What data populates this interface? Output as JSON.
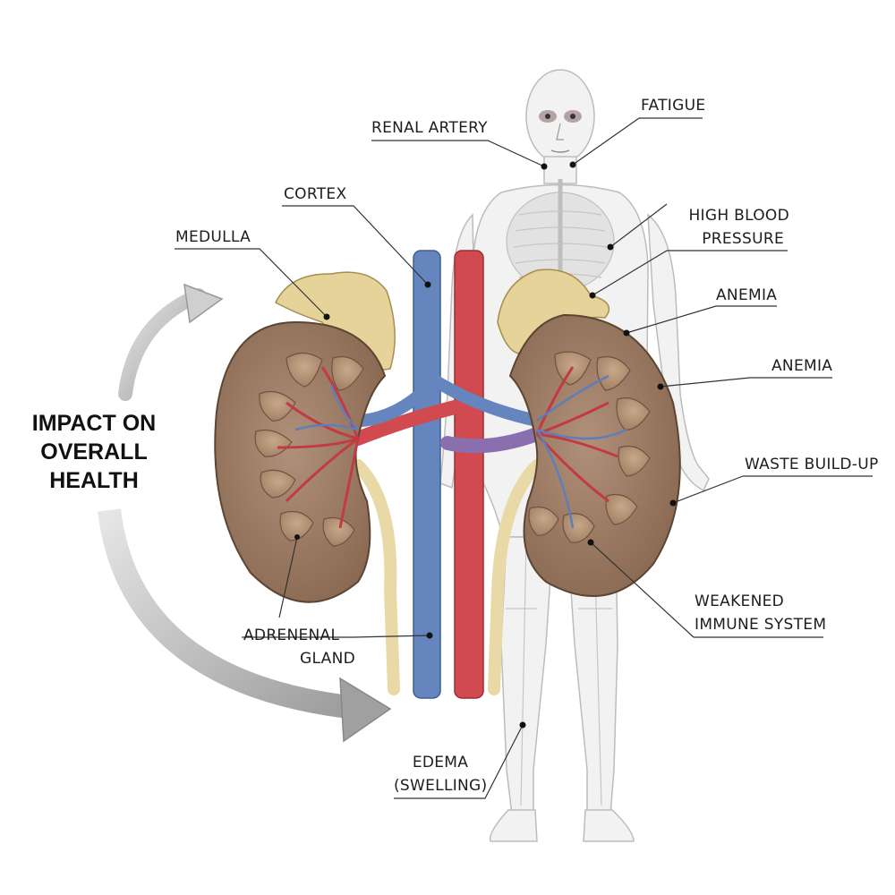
{
  "title_lines": [
    "IMPACT ON",
    "OVERALL",
    "HEALTH"
  ],
  "labels": {
    "renal_artery": "RENAL ARTERY",
    "fatigue": "FATIGUE",
    "cortex": "CORTEX",
    "medulla": "MEDULLA",
    "high_blood_pressure_1": "HIGH BLOOD",
    "high_blood_pressure_2": "PRESSURE",
    "anemia_1": "ANEMIA",
    "anemia_2": "ANEMIA",
    "waste_buildup": "WASTE BUILD-UP",
    "weakened_immune_1": "WEAKENED",
    "weakened_immune_2": "IMMUNE SYSTEM",
    "adrenal_1": "ADRENENAL",
    "adrenal_2": "GLAND",
    "edema_1": "EDEMA",
    "edema_2": "(SWELLING)"
  },
  "colors": {
    "kidney": "#9a7a5f",
    "kidney_dark": "#6f5340",
    "adrenal": "#e6d399",
    "vein": "#5d7fb8",
    "artery": "#d24a4f",
    "ureter": "#e9d9a6",
    "arrow": "#a8a8a8"
  }
}
